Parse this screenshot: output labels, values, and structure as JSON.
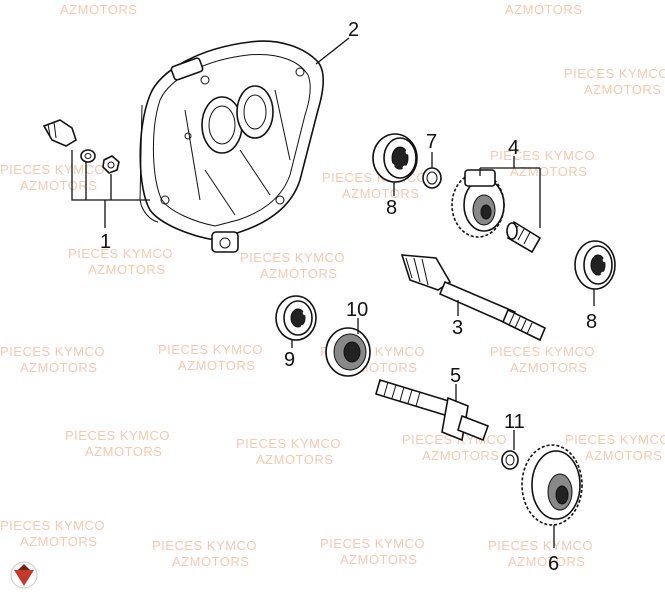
{
  "watermark": {
    "line1": "PIECES KYMCO",
    "line2": "AZMOTORS"
  },
  "callouts": [
    "1",
    "2",
    "3",
    "4",
    "5",
    "6",
    "7",
    "8",
    "8",
    "9",
    "10",
    "11"
  ]
}
